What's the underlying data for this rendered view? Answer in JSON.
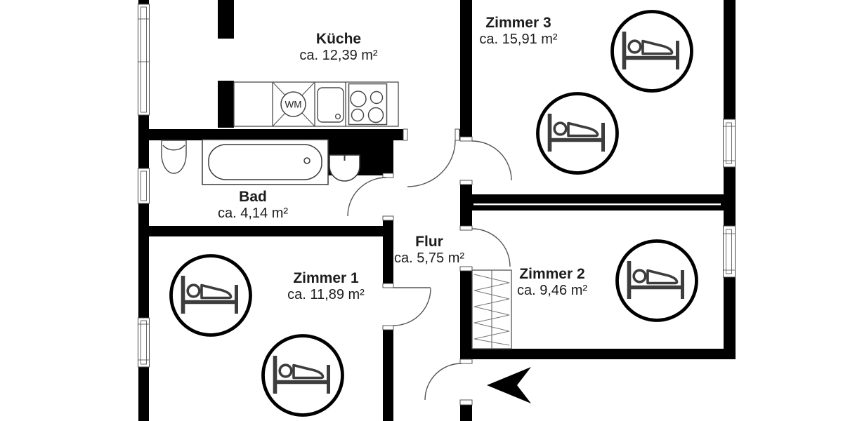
{
  "plan": {
    "type": "apartment-floor-plan",
    "language": "de",
    "rooms": {
      "kueche": {
        "name": "Küche",
        "area": "ca. 12,39 m²",
        "beds": 0
      },
      "zimmer3": {
        "name": "Zimmer 3",
        "area": "ca. 15,91 m²",
        "beds": 2
      },
      "bad": {
        "name": "Bad",
        "area": "ca. 4,14 m²",
        "beds": 0
      },
      "flur": {
        "name": "Flur",
        "area": "ca. 5,75 m²",
        "beds": 0
      },
      "zimmer1": {
        "name": "Zimmer 1",
        "area": "ca. 11,89 m²",
        "beds": 2
      },
      "zimmer2": {
        "name": "Zimmer 2",
        "area": "ca. 9,46 m²",
        "beds": 1
      }
    },
    "fixtures": {
      "washing_machine_label": "WM",
      "kitchen": [
        "washing-machine",
        "kitchen-sink",
        "stove"
      ],
      "bathroom": [
        "toilet",
        "bathtub",
        "bath-sink"
      ],
      "zimmer2": [
        "wardrobe"
      ]
    },
    "icons": [
      "bed-icon",
      "entrance-arrow-icon"
    ],
    "colors": {
      "wall": "#000000",
      "background": "#ffffff",
      "fixture_outline": "#4a4a4a",
      "bed_icon": "#3d3d3d",
      "door_arc": "#555555",
      "arrow": "#000000",
      "text": "#1c1c1c"
    }
  }
}
